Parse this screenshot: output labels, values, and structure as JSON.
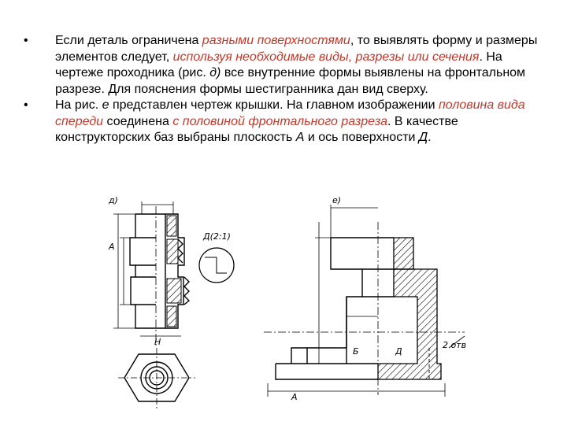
{
  "paragraphs": [
    {
      "marker": "•",
      "segments": [
        {
          "t": "Если деталь ограничена ",
          "s": "n"
        },
        {
          "t": "разными поверхностями",
          "s": "em"
        },
        {
          "t": ", то выявлять форму и размеры элементов следует, ",
          "s": "n"
        },
        {
          "t": "используя необходимые виды, разрезы или сечения",
          "s": "em"
        },
        {
          "t": ". На чертеже проходника (рис. ",
          "s": "n"
        },
        {
          "t": "д)",
          "s": "it"
        },
        {
          "t": " все внутренние формы выявлены на фронтальном разрезе. Для пояснения формы шестигранника дан вид сверху.",
          "s": "n"
        }
      ]
    },
    {
      "marker": "•",
      "segments": [
        {
          "t": "На рис. ",
          "s": "n"
        },
        {
          "t": "е",
          "s": "it"
        },
        {
          "t": " представлен чертеж крышки. На главном изображении ",
          "s": "n"
        },
        {
          "t": "половина вида спереди",
          "s": "em"
        },
        {
          "t": " соединена ",
          "s": "n"
        },
        {
          "t": "с половиной фронтального разреза",
          "s": "em"
        },
        {
          "t": ". В качестве конструкторских баз выбраны плоскость ",
          "s": "n"
        },
        {
          "t": "А",
          "s": "it"
        },
        {
          "t": " и ось поверхности ",
          "s": "n"
        },
        {
          "t": "Д",
          "s": "it"
        },
        {
          "t": ".",
          "s": "n"
        }
      ]
    }
  ],
  "figure_d": {
    "label": "д)",
    "detail_label": "Д(2:1)",
    "base_a": "А",
    "dim_h": "Н"
  },
  "figure_e": {
    "label": "е)",
    "label_b": "Б",
    "label_d": "Д",
    "label_a": "А",
    "dim_2": "2 отв"
  }
}
